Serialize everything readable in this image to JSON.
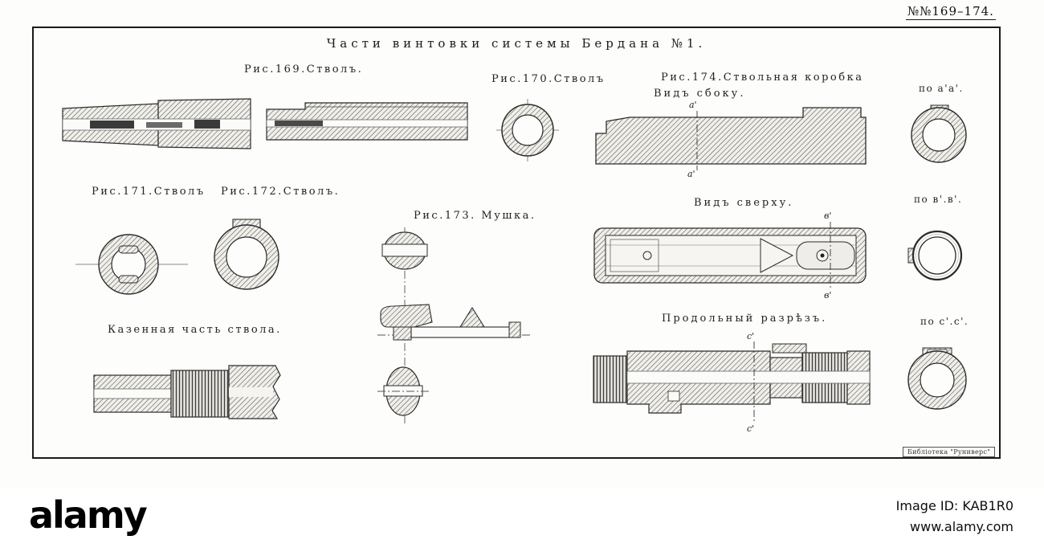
{
  "page": {
    "plate_number": "№№169–174.",
    "title": "Части винтовки системы Бердана №1.",
    "library_stamp": "Библiотека \"Руниверс\""
  },
  "figures": {
    "fig169_label": "Рис.169.Стволъ.",
    "fig170_label": "Рис.170.Стволъ",
    "fig171_label": "Рис.171.Стволъ",
    "fig172_label": "Рис.172.Стволъ.",
    "fig173_label": "Рис.173. Мушка.",
    "fig174_label": "Рис.174.Ствольная коробка",
    "breech_label": "Казенная часть ствола.",
    "views": {
      "side": "Видъ сбоку.",
      "top": "Видъ сверху.",
      "section": "Продольный разрѣзъ."
    },
    "section_labels": {
      "aa": "по а'а'.",
      "vv": "по в'.в'.",
      "cc": "по c'.c'."
    },
    "marks": {
      "a_top": "a'",
      "a_bottom": "a'",
      "v_top": "в'",
      "v_bottom": "в'",
      "c_top": "c'",
      "c_bottom": "c'"
    }
  },
  "watermark": {
    "brand": "alamy",
    "image_id": "Image ID: KAB1R0",
    "url": "www.alamy.com"
  }
}
